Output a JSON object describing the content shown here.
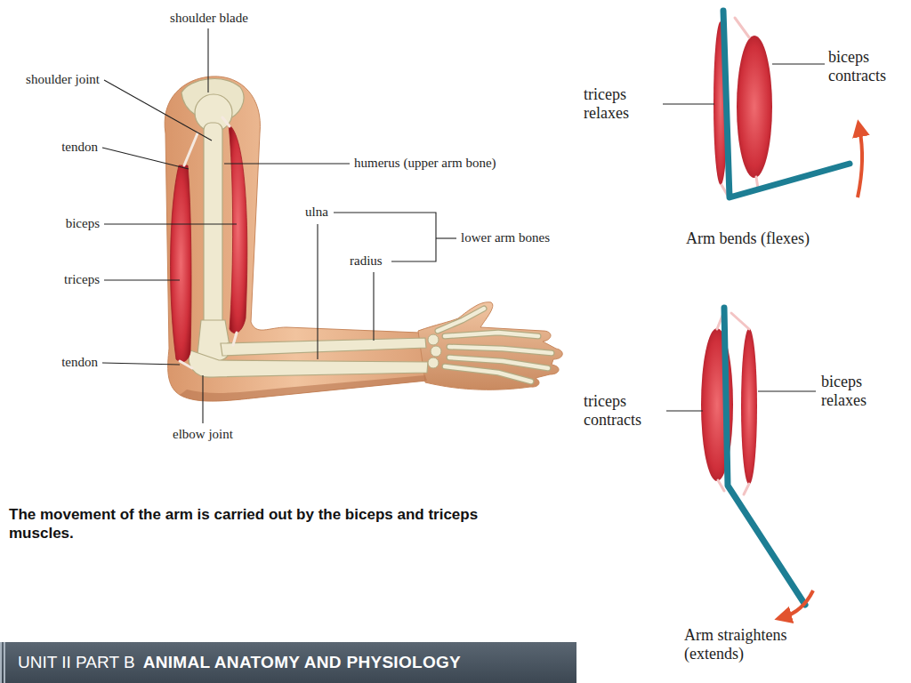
{
  "diagram": {
    "caption": "The movement of the arm is carried out by the biceps and triceps muscles.",
    "nodes": [
      {
        "text": [
          "UNIT II PART B",
          "ANIMAL ANATOMY AND PHYSIOLOGY"
        ]
      }
    ],
    "labels": [
      "shoulder blade",
      "shoulder joint",
      "tendon",
      "humerus (upper arm bone)",
      "biceps",
      "ulna",
      "lower arm bones",
      "radius",
      "triceps",
      "tendon",
      "elbow joint",
      "triceps relaxes",
      "biceps contracts",
      "Arm bends (flexes)",
      "triceps contracts",
      "biceps relaxes",
      "Arm straightens (extends)"
    ]
  }
}
